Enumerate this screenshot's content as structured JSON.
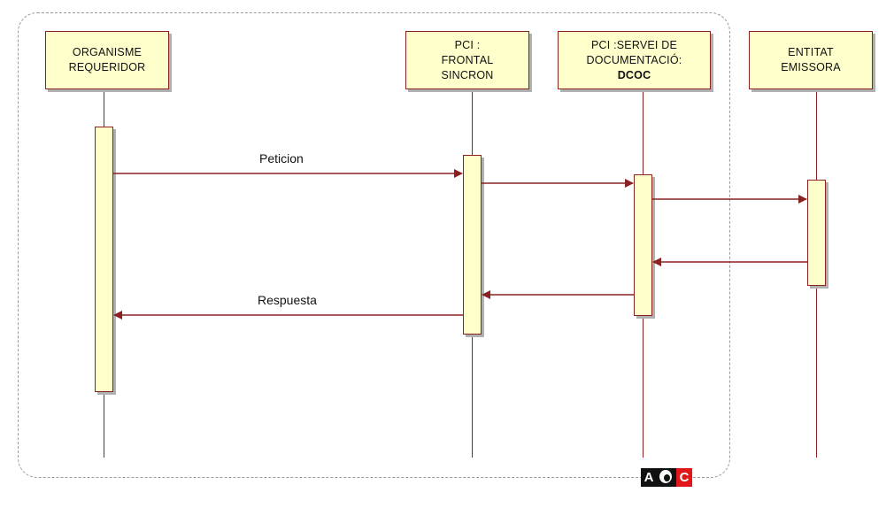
{
  "participants": {
    "organisme": {
      "lines": [
        "ORGANISME",
        "REQUERIDOR"
      ]
    },
    "frontal": {
      "lines": [
        "PCI :",
        "FRONTAL",
        "SINCRON"
      ]
    },
    "servei": {
      "lines": [
        "PCI :SERVEI DE",
        "DOCUMENTACIÓ:"
      ],
      "bold_line": "DCOC"
    },
    "entitat": {
      "lines": [
        "ENTITAT",
        "EMISSORA"
      ]
    }
  },
  "messages": {
    "request_label": "Peticion",
    "response_label": "Respuesta"
  },
  "logo": {
    "letters": [
      "A",
      "O",
      "C"
    ],
    "accent_color": "#e0161a"
  },
  "colors": {
    "line": "#8b2222",
    "box_fill": "#ffffcc",
    "shadow": "#b0b0b0",
    "frame": "#9a9a9a"
  }
}
